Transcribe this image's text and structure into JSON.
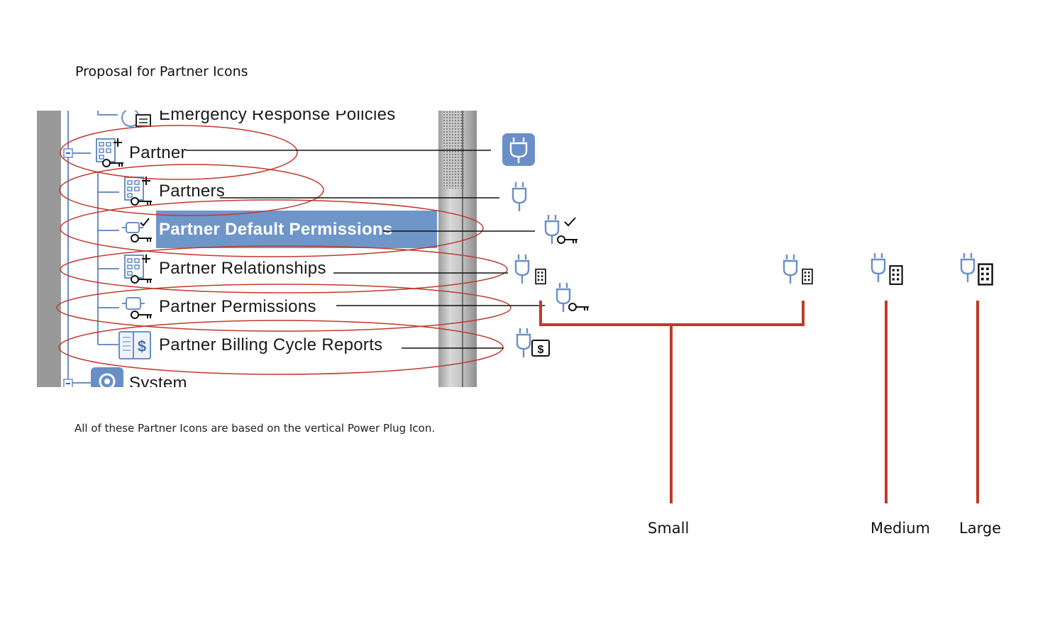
{
  "title": "Proposal for Partner Icons",
  "caption": "All of these Partner Icons are based on the vertical Power Plug Icon.",
  "tree": {
    "items": [
      {
        "label": "Emergency Response Policies"
      },
      {
        "label": "Partner"
      },
      {
        "label": "Partners"
      },
      {
        "label": "Partner Default Permissions"
      },
      {
        "label": "Partner Relationships"
      },
      {
        "label": "Partner Permissions"
      },
      {
        "label": "Partner Billing Cycle Reports"
      },
      {
        "label": "System"
      }
    ]
  },
  "sizes": {
    "small": "Small",
    "medium": "Medium",
    "large": "Large"
  },
  "icons": [
    "power-plug-icon",
    "key-icon",
    "checkmark-icon",
    "building-icon",
    "report-scroll-icon",
    "dollar-icon",
    "gear-icon"
  ],
  "colors": {
    "annotation_red": "#c0392b",
    "selection_blue": "#6f96c9",
    "icon_blue": "#6a8fc8"
  }
}
